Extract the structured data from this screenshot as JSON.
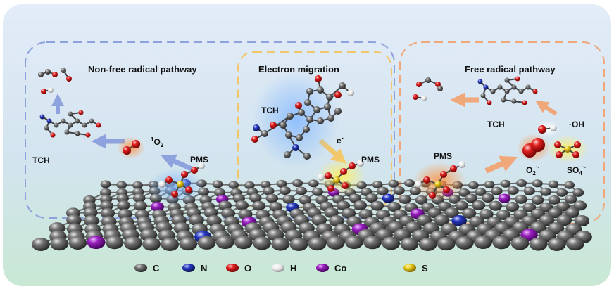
{
  "panels": {
    "non_free": {
      "title": "Non-free radical pathway",
      "accent": "#8ea2dd"
    },
    "electron": {
      "title": "Electron migration",
      "accent": "#f2c76b"
    },
    "free": {
      "title": "Free radical pathway",
      "accent": "#f0a77a"
    }
  },
  "molecules": {
    "tch_left": "TCH",
    "tch_center": "TCH",
    "tch_right": "TCH",
    "singlet_oxygen": {
      "superscript": "1",
      "main": "O",
      "subscript": "2"
    },
    "pms_left": "PMS",
    "pms_center": "PMS",
    "pms_right": "PMS",
    "electron": {
      "main": "e",
      "superscript": "-"
    },
    "hydroxyl": "·OH",
    "superoxide": {
      "main": "O",
      "subscript": "2",
      "superscript": "·-"
    },
    "sulfate": {
      "main": "SO",
      "subscript": "4",
      "superscript": "·-"
    }
  },
  "legend": [
    {
      "symbol": "C",
      "color": "#555555"
    },
    {
      "symbol": "N",
      "color": "#2233aa"
    },
    {
      "symbol": "O",
      "color": "#dd2222"
    },
    {
      "symbol": "H",
      "color": "#eeeeee"
    },
    {
      "symbol": "Co",
      "color": "#8a1fa8"
    },
    {
      "symbol": "S",
      "color": "#e0c020"
    }
  ],
  "colors": {
    "carbon": "#555555",
    "nitrogen": "#2233aa",
    "oxygen": "#dd2222",
    "hydrogen": "#eeeeee",
    "cobalt": "#8a1fa8",
    "sulfur": "#e0c020",
    "arrow_blue": "#8ea2dd",
    "arrow_yellow": "#f2c76b",
    "arrow_orange": "#f0a77a",
    "bg_top": "#dbe7f6",
    "bg_bottom": "#c8e6d6"
  }
}
